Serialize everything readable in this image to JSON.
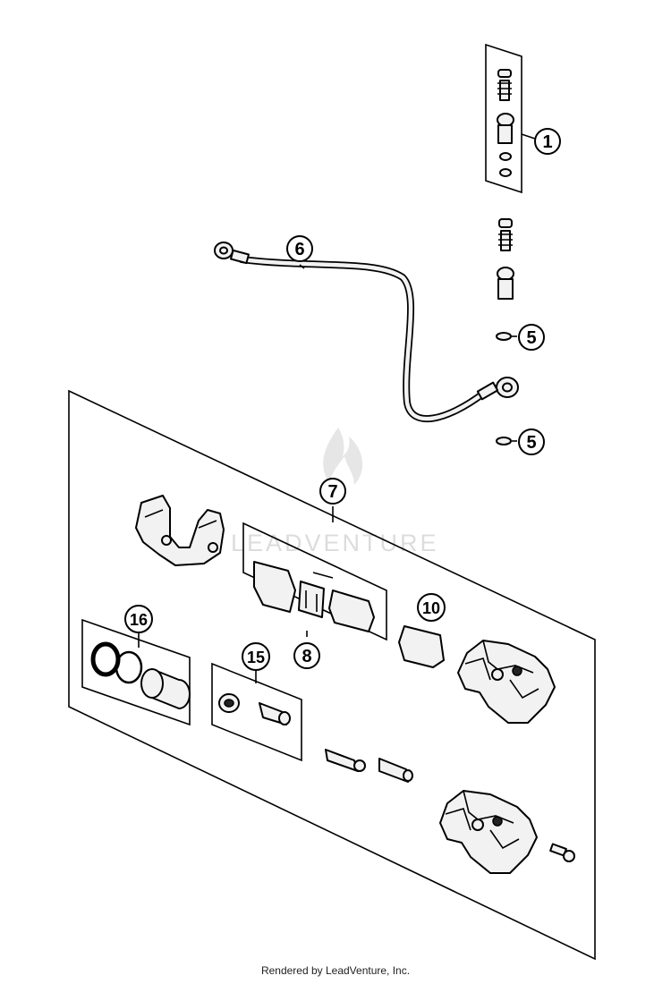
{
  "callouts": [
    {
      "id": "1",
      "label": "1"
    },
    {
      "id": "6",
      "label": "6"
    },
    {
      "id": "5a",
      "label": "5"
    },
    {
      "id": "5b",
      "label": "5"
    },
    {
      "id": "7",
      "label": "7"
    },
    {
      "id": "10",
      "label": "10"
    },
    {
      "id": "8",
      "label": "8"
    },
    {
      "id": "16",
      "label": "16"
    },
    {
      "id": "15",
      "label": "15"
    }
  ],
  "watermark": {
    "text": "LEADVENTURE"
  },
  "footer": {
    "text": "Rendered by LeadVenture, Inc."
  }
}
